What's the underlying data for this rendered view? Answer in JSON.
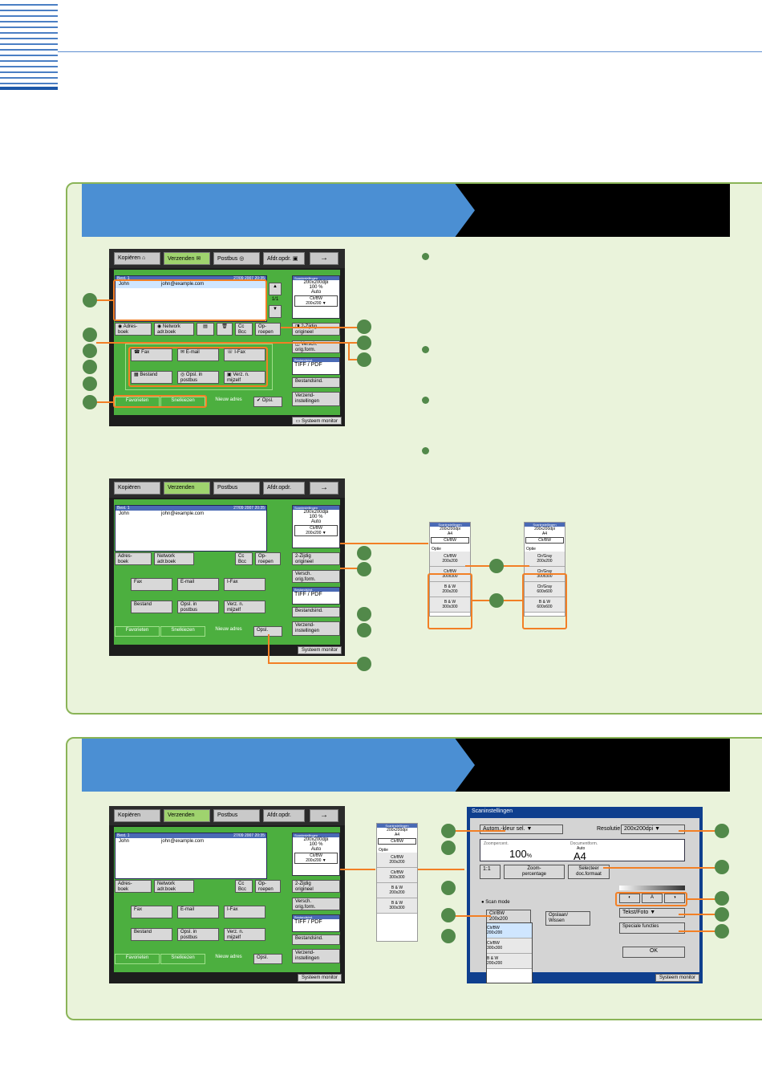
{
  "ui": {
    "tabs": [
      "Kopiëren",
      "Verzenden",
      "Postbus",
      "Afdr.opdr."
    ],
    "arrow": "→",
    "dest": {
      "row": "Best.        1",
      "datetime": "27/09 2007 20:35",
      "name": "John",
      "email": "john@example.com",
      "page": "1/1"
    },
    "scan_settings": {
      "title": "Scaninstellingen",
      "res": "200x200dpi",
      "zoom": "100 %",
      "paper": "Auto",
      "paper_a4": "A4",
      "mode_line1": "Clr/BW",
      "mode_line2": "200x200"
    },
    "addr": {
      "adresboek": "Adres-\nboek",
      "network": "Network\nadr.boek",
      "cc": "Cc\nBcc",
      "oproepen": "Op-\nroepen"
    },
    "side": {
      "two_sided": "2-Zijdig\norigineel",
      "versch": "Versch.\norig.form.",
      "bestand_label": "Bestandsind.",
      "tiff": "TIFF / PDF",
      "bestandsind_btn": "Bestandsind.",
      "verzend": "Verzend-\ninstellingen"
    },
    "dest_btns": {
      "fax": "Fax",
      "email": "E-mail",
      "ifax": "I-Fax",
      "bestand": "Bestand",
      "opsl": "Opsl. in\npostbus",
      "verz": "Verz. n.\nmijzelf"
    },
    "bottom": {
      "favorieten": "Favorieten",
      "snelkiezen": "Snelkiezen",
      "nieuw": "Nieuw adres",
      "opsl": "Opsl."
    },
    "sysmon": "Systeem monitor",
    "optie": "Optie",
    "list_a": [
      "Clr/BW\n200x200",
      "Clr/BW\n300x300",
      "B & W\n200x200",
      "B & W\n300x300"
    ],
    "list_b": [
      "Clr/Gray\n200x200",
      "Clr/Gray\n300x300",
      "Clr/Gray\n600x600",
      "B & W\n600x600"
    ],
    "scan": {
      "title": "Scaninstellingen",
      "color_select": "Autom.-kleur sel.",
      "resolutie": "Resolutie",
      "res_value": "200x200dpi",
      "zoom_label": "Zoompercent.",
      "zoom_value": "100",
      "zoom_unit": "%",
      "doc_label": "Documentform.",
      "doc_auto": "Auto",
      "doc_value": "A4",
      "one_to_one": "1:1",
      "zoom_btn": "Zoom-\npercentage",
      "select_doc": "Selecteer\ndoc.formaat",
      "scan_mode": "Scan mode",
      "mode_sel": "Clr/BW\n200x200",
      "opslaan": "Opslaan/\nWissen",
      "tekst": "Tekst/Foto",
      "special": "Speciale functies",
      "ok": "OK",
      "mode_list": [
        "Clr/BW\n200x200",
        "Clr/BW\n300x300",
        "B & W\n200x200"
      ],
      "sysmon": "Systeem monitor"
    }
  },
  "colors": {
    "accent": "#f27f25",
    "header_blue": "#4b8fd3",
    "panel_bg": "#eaf3db",
    "panel_border": "#8ab457",
    "screen_green": "#4caf3f",
    "callout": "#52894a",
    "scan_blue": "#0f3f8e"
  },
  "icons": [
    "house-icon",
    "send-icon",
    "mailbox-icon",
    "print-icon",
    "arrow-right-icon",
    "arrow-up-icon",
    "arrow-down-icon",
    "book-icon",
    "network-icon",
    "trash-icon",
    "fax-icon",
    "email-icon",
    "ifax-icon",
    "file-icon",
    "mailbox-icon",
    "self-icon",
    "check-icon",
    "monitor-icon",
    "two-sided-icon",
    "doc-format-icon"
  ]
}
